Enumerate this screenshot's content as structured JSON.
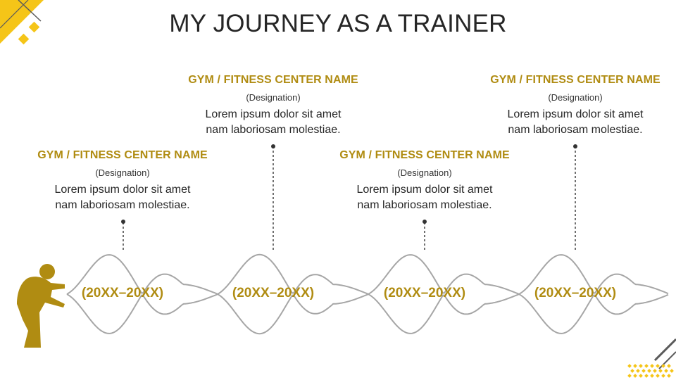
{
  "title": "MY JOURNEY AS A TRAINER",
  "entries": [
    {
      "company": "GYM / FITNESS CENTER NAME",
      "designation": "(Designation)",
      "line1": "Lorem ipsum dolor sit amet",
      "line2": "nam laboriosam molestiae.",
      "years": "(20XX–20XX)"
    },
    {
      "company": "GYM / FITNESS CENTER NAME",
      "designation": "(Designation)",
      "line1": "Lorem ipsum dolor sit amet",
      "line2": "nam laboriosam molestiae.",
      "years": "(20XX–20XX)"
    },
    {
      "company": "GYM / FITNESS CENTER NAME",
      "designation": "(Designation)",
      "line1": "Lorem ipsum dolor sit amet",
      "line2": "nam laboriosam molestiae.",
      "years": "(20XX–20XX)"
    },
    {
      "company": "GYM / FITNESS CENTER NAME",
      "designation": "(Designation)",
      "line1": "Lorem ipsum dolor sit amet",
      "line2": "nam laboriosam molestiae.",
      "years": "(20XX–20XX)"
    }
  ],
  "colors": {
    "accent": "#b08c12",
    "yellow": "#f5c518",
    "rope": "#a6a6a6",
    "text": "#262626"
  },
  "icons": {
    "figure": "trainer-battle-rope-icon"
  }
}
